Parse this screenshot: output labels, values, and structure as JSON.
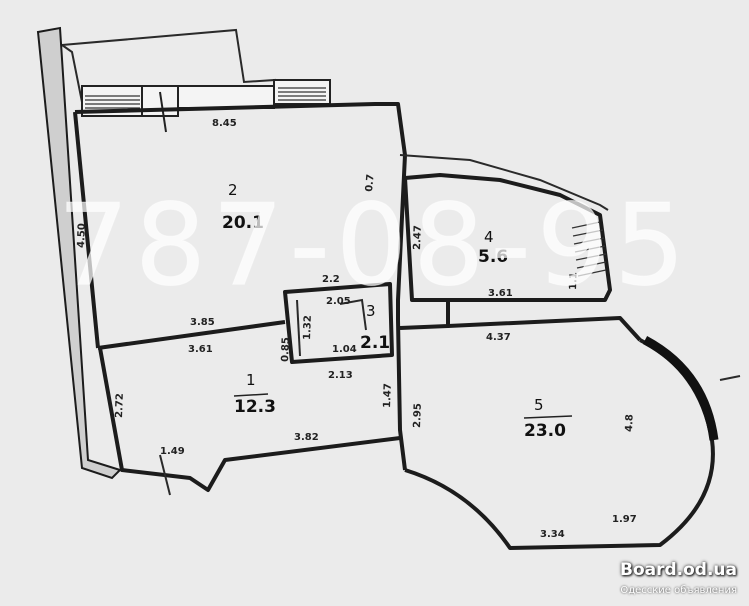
{
  "rooms": [
    {
      "number": "1",
      "area": "12.3"
    },
    {
      "number": "2",
      "area": "20.1"
    },
    {
      "number": "3",
      "area": "2.1"
    },
    {
      "number": "4",
      "area": "5.6"
    },
    {
      "number": "5",
      "area": "23.0"
    }
  ],
  "dimensions": {
    "top_width": "8.45",
    "left_height": "4.50",
    "room2_right_small": "0.7",
    "corridor_top": "2.2",
    "corridor_sub": "2.05",
    "room1_top_a": "3.85",
    "room1_top_b": "3.61",
    "room3_left": "1.32",
    "room3_left_b": "0.85",
    "room3_bottom": "1.04",
    "room3_bottom_b": "2.13",
    "room1_left": "2.72",
    "room1_right": "1.47",
    "room1_bottom": "3.82",
    "room1_corner": "1.49",
    "room4_left": "2.47",
    "room4_bottom": "3.61",
    "room4_bottom_b": "4.37",
    "room4_right": "1.1",
    "room5_left": "2.95",
    "room5_right": "4.8",
    "room5_bottom_a": "3.34",
    "room5_bottom_b": "1.97"
  },
  "watermark": {
    "phone": "787-08-95",
    "site": "Board.od.ua",
    "site_subtitle": "Одесские объявления"
  },
  "colors": {
    "paper": "#ebebeb",
    "ink": "#1c1c1c",
    "watermark": "#ffffff"
  }
}
